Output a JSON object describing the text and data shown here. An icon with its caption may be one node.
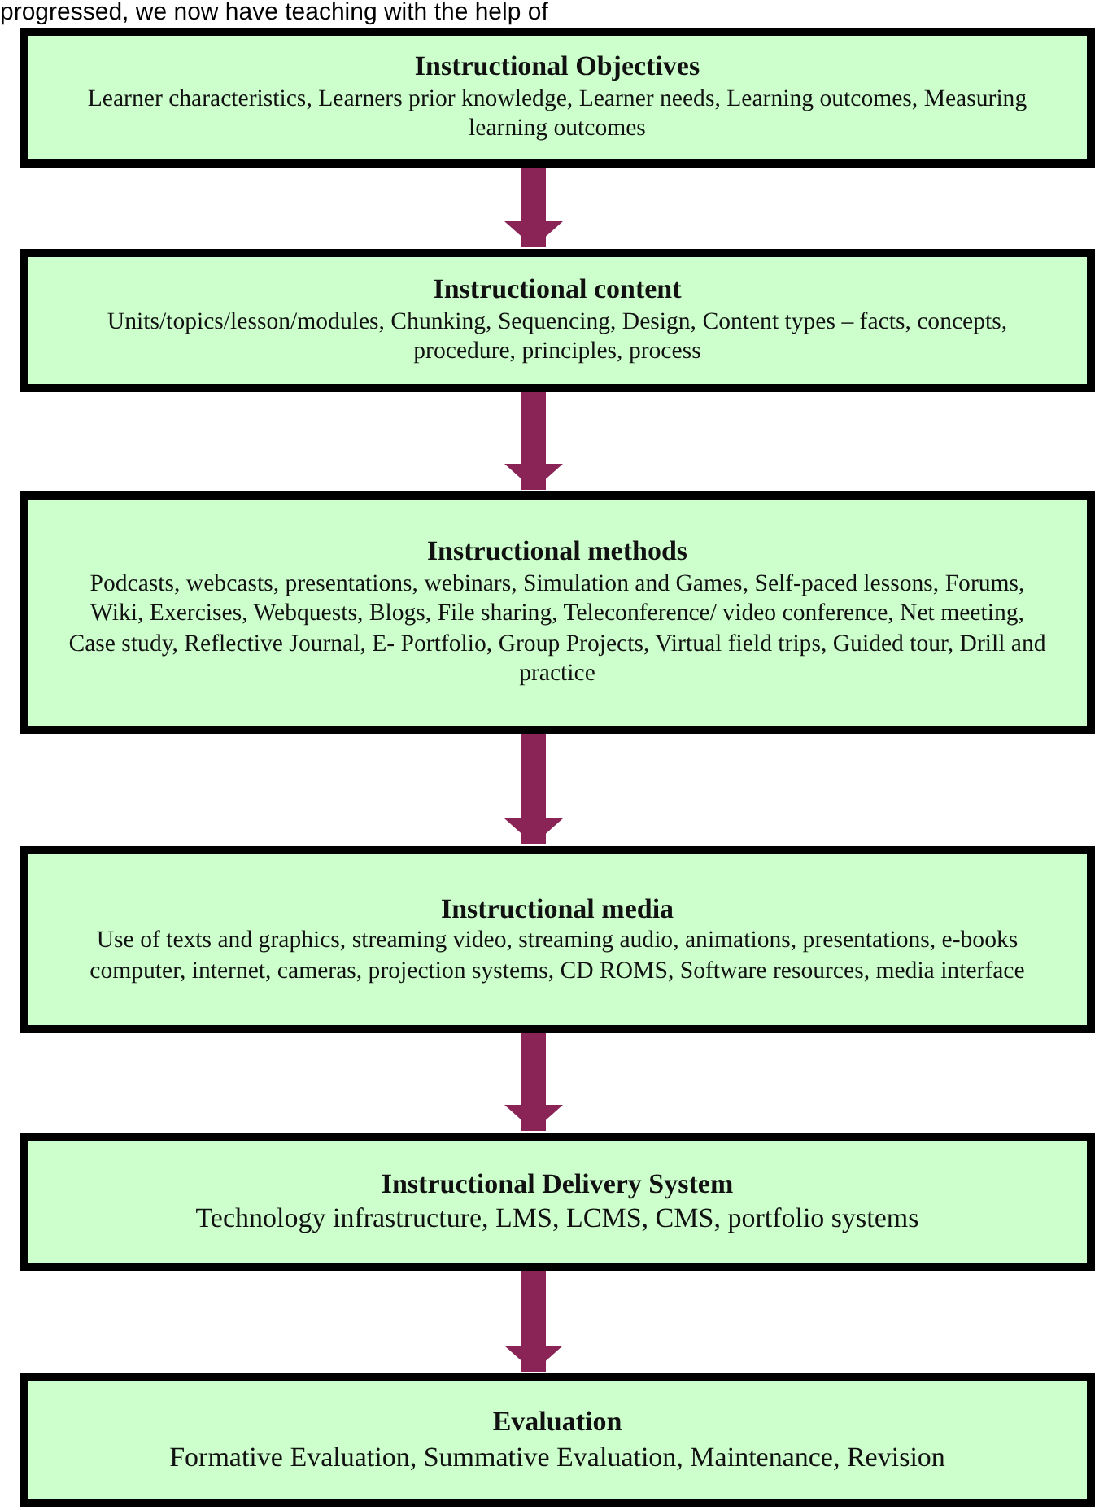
{
  "diagram": {
    "nodes": [
      {
        "text": [
          "Instructional Objectives",
          "Learner characteristics, Learners prior knowledge, Learner needs, Learning outcomes, Measuring learning outcomes"
        ]
      },
      {
        "text": [
          "Instructional content",
          "Units/topics/lesson/modules, Chunking, Sequencing, Design, Content types – facts, concepts, procedure, principles, process"
        ]
      },
      {
        "text": [
          "Instructional methods",
          "Podcasts, webcasts, presentations, webinars, Simulation and Games, Self-paced lessons, Forums, Wiki, Exercises, Webquests, Blogs, File sharing, Teleconference/ video conference, Net meeting, Case study, Reflective Journal, E- Portfolio, Group Projects, Virtual field trips, Guided tour, Drill and practice"
        ]
      },
      {
        "text": [
          "Instructional media",
          "Use of texts and graphics, streaming video, streaming audio, animations, presentations, e-books computer, internet, cameras, projection systems, CD ROMS, Software resources, media interface"
        ]
      },
      {
        "text": [
          "Instructional Delivery System",
          "Technology infrastructure, LMS, LCMS, CMS, portfolio systems"
        ]
      },
      {
        "text": [
          "Evaluation",
          "Formative Evaluation, Summative Evaluation, Maintenance, Revision"
        ]
      }
    ],
    "edges": [
      {
        "from": 0,
        "to": 1,
        "arrow": "to"
      },
      {
        "from": 1,
        "to": 2,
        "arrow": "to"
      },
      {
        "from": 2,
        "to": 3,
        "arrow": "to"
      },
      {
        "from": 3,
        "to": 4,
        "arrow": "to"
      },
      {
        "from": 4,
        "to": 5,
        "arrow": "to"
      }
    ],
    "labels": [
      "progressed, we now have teaching with the help of"
    ]
  }
}
